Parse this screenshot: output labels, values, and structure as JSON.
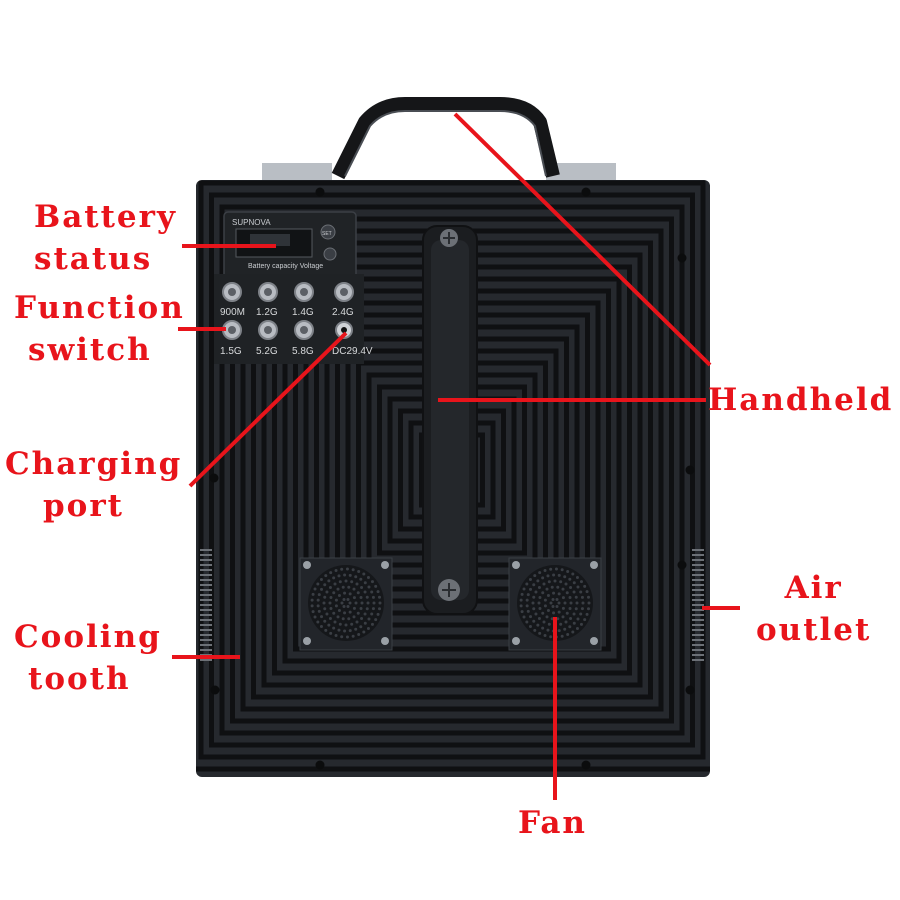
{
  "device": {
    "brand": "SUPNOVA",
    "display_caption": "Battery capacity Voltage",
    "set_button": "SET",
    "ports_row1": [
      "900M",
      "1.2G",
      "1.4G",
      "2.4G"
    ],
    "ports_row2": [
      "1.5G",
      "5.2G",
      "5.8G",
      "DC29.4V"
    ]
  },
  "labels": {
    "battery_status": [
      "Battery",
      "status"
    ],
    "function_switch": [
      "Function",
      "switch"
    ],
    "charging_port": [
      "Charging",
      "port"
    ],
    "cooling_tooth": [
      "Cooling",
      "tooth"
    ],
    "handheld": "Handheld",
    "air_outlet": [
      "Air",
      "outlet"
    ],
    "fan": "Fan"
  },
  "colors": {
    "annotation": "#e8141b",
    "housing": "#26292e",
    "handle": "#1b1d20"
  }
}
